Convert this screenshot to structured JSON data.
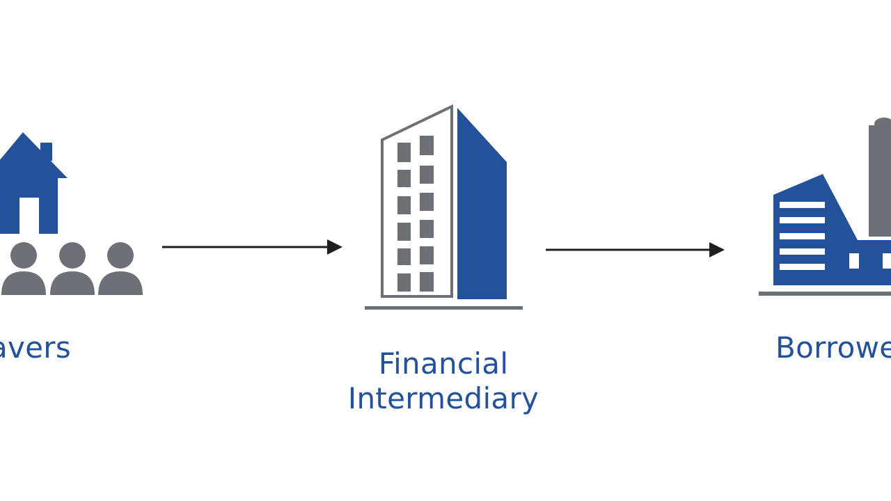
{
  "colors": {
    "primary_blue": "#23529a",
    "gray": "#6e7078",
    "dark_gray": "#4b4d52",
    "arrow": "#1f1f1f"
  },
  "nodes": {
    "savers": {
      "label": "Savers",
      "icons": [
        "house-icon",
        "people-group-icon"
      ]
    },
    "intermediary": {
      "line1": "Financial",
      "line2": "Intermediary",
      "icons": [
        "office-building-icon"
      ]
    },
    "borrowers": {
      "label": "Borrowers",
      "icons": [
        "factory-icon"
      ]
    }
  },
  "edges": [
    {
      "from": "savers",
      "to": "intermediary"
    },
    {
      "from": "intermediary",
      "to": "borrowers"
    }
  ]
}
